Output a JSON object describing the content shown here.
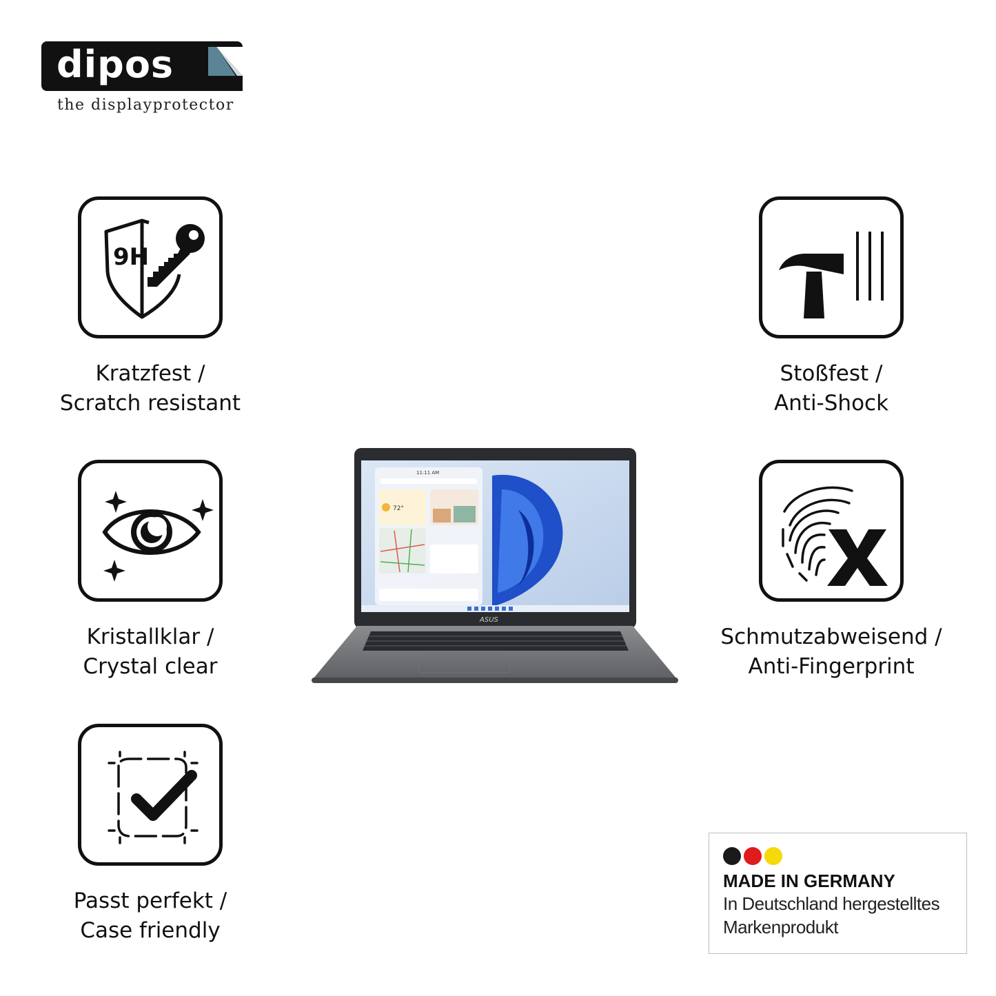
{
  "brand": {
    "name": "dipos",
    "tagline": "the displayprotector"
  },
  "features": {
    "kratzfest": {
      "line1": "Kratzfest /",
      "line2": "Scratch resistant",
      "badge": "9H",
      "icon": "shield-key-icon"
    },
    "stossfest": {
      "line1": "Stoßfest /",
      "line2": "Anti-Shock",
      "icon": "hammer-icon"
    },
    "kristallklar": {
      "line1": "Kristallklar /",
      "line2": "Crystal clear",
      "icon": "eye-sparkle-icon"
    },
    "schmutz": {
      "line1": "Schmutzabweisend /",
      "line2": "Anti-Fingerprint",
      "icon": "fingerprint-x-icon"
    },
    "passt": {
      "line1": "Passt perfekt /",
      "line2": "Case friendly",
      "icon": "checkmark-frame-icon"
    }
  },
  "laptop": {
    "brand": "ASUS",
    "clock": "11:11 AM",
    "weather_temp": "72°"
  },
  "made_in_germany": {
    "title": "MADE IN GERMANY",
    "line1": "In Deutschland hergestelltes",
    "line2": "Markenprodukt",
    "flag_colors": [
      "#1a1a1a",
      "#e01b1b",
      "#f5d90a"
    ]
  }
}
